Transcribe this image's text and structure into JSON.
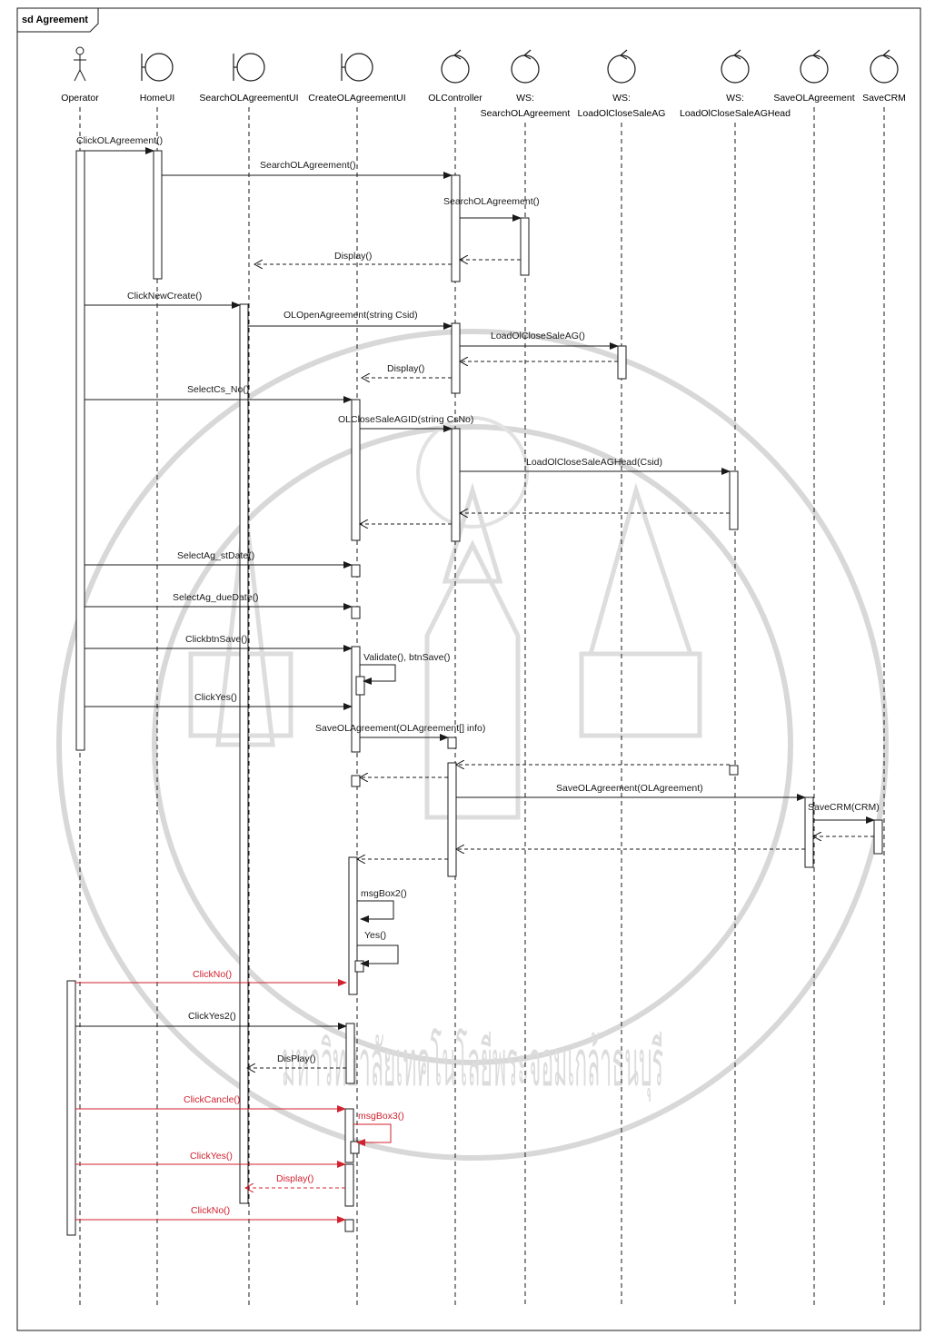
{
  "frame": {
    "title": "sd Agreement"
  },
  "watermark_text": "มหาวิทยาลัยเทคโนโลยีพระจอมเกล้าธนบุรี",
  "colors": {
    "line": "#1a1a1a",
    "alt": "#d0222e",
    "watermark": "#d8d8d8"
  },
  "participants": [
    {
      "id": "operator",
      "type": "actor",
      "lines": [
        "Operator"
      ]
    },
    {
      "id": "homeui",
      "type": "boundary",
      "lines": [
        "HomeUI"
      ]
    },
    {
      "id": "searchui",
      "type": "boundary",
      "lines": [
        "SearchOLAgreementUI"
      ]
    },
    {
      "id": "createui",
      "type": "boundary",
      "lines": [
        "CreateOLAgreementUI"
      ]
    },
    {
      "id": "controller",
      "type": "control",
      "lines": [
        "OLController"
      ]
    },
    {
      "id": "ws_search",
      "type": "control",
      "lines": [
        "WS:",
        "SearchOLAgreement"
      ]
    },
    {
      "id": "ws_load",
      "type": "control",
      "lines": [
        "WS:",
        "LoadOlCloseSaleAG"
      ]
    },
    {
      "id": "ws_loadhead",
      "type": "control",
      "lines": [
        "WS:",
        "LoadOlCloseSaleAGHead"
      ]
    },
    {
      "id": "saveag",
      "type": "control",
      "lines": [
        "SaveOLAgreement"
      ]
    },
    {
      "id": "savecrm",
      "type": "control",
      "lines": [
        "SaveCRM"
      ]
    }
  ],
  "messages": [
    {
      "label": "ClickOLAgreement()",
      "from": "operator",
      "to": "homeui",
      "kind": "sync",
      "color": "black"
    },
    {
      "label": "SearchOLAgreement()",
      "from": "homeui",
      "to": "controller",
      "kind": "sync",
      "color": "black"
    },
    {
      "label": "SearchOLAgreement()",
      "from": "controller",
      "to": "ws_search",
      "kind": "sync",
      "color": "black"
    },
    {
      "label": "",
      "from": "ws_search",
      "to": "controller",
      "kind": "return",
      "color": "black"
    },
    {
      "label": "Display()",
      "from": "controller",
      "to": "searchui",
      "kind": "return",
      "color": "black"
    },
    {
      "label": "ClickNewCreate()",
      "from": "operator",
      "to": "searchui",
      "kind": "sync",
      "color": "black"
    },
    {
      "label": "OLOpenAgreement(string Csid)",
      "from": "searchui",
      "to": "controller",
      "kind": "sync",
      "color": "black"
    },
    {
      "label": "LoadOlCloseSaleAG()",
      "from": "controller",
      "to": "ws_load",
      "kind": "sync",
      "color": "black"
    },
    {
      "label": "",
      "from": "ws_load",
      "to": "controller",
      "kind": "return",
      "color": "black"
    },
    {
      "label": "Display()",
      "from": "controller",
      "to": "createui",
      "kind": "return",
      "color": "black"
    },
    {
      "label": "SelectCs_No()",
      "from": "operator",
      "to": "createui",
      "kind": "sync",
      "color": "black"
    },
    {
      "label": "OLCloseSaleAGID(string CsNo)",
      "from": "createui",
      "to": "controller",
      "kind": "sync",
      "color": "black"
    },
    {
      "label": "LoadOlCloseSaleAGHead(Csid)",
      "from": "controller",
      "to": "ws_loadhead",
      "kind": "sync",
      "color": "black"
    },
    {
      "label": "",
      "from": "ws_loadhead",
      "to": "controller",
      "kind": "return",
      "color": "black"
    },
    {
      "label": "",
      "from": "controller",
      "to": "createui",
      "kind": "return",
      "color": "black"
    },
    {
      "label": "SelectAg_stDate()",
      "from": "operator",
      "to": "createui",
      "kind": "sync",
      "color": "black"
    },
    {
      "label": "SelectAg_dueDate()",
      "from": "operator",
      "to": "createui",
      "kind": "sync",
      "color": "black"
    },
    {
      "label": "ClickbtnSave()",
      "from": "operator",
      "to": "createui",
      "kind": "sync",
      "color": "black"
    },
    {
      "label": "Validate(), btnSave()",
      "from": "createui",
      "to": "createui",
      "kind": "self",
      "color": "black"
    },
    {
      "label": "ClickYes()",
      "from": "operator",
      "to": "createui",
      "kind": "sync",
      "color": "black"
    },
    {
      "label": "SaveOLAgreement(OLAgreement[] info)",
      "from": "createui",
      "to": "controller",
      "kind": "sync",
      "color": "black"
    },
    {
      "label": "",
      "from": "ws_loadhead",
      "to": "controller",
      "kind": "return",
      "color": "black"
    },
    {
      "label": "",
      "from": "controller",
      "to": "createui",
      "kind": "return",
      "color": "black"
    },
    {
      "label": "SaveOLAgreement(OLAgreement)",
      "from": "controller",
      "to": "saveag",
      "kind": "sync",
      "color": "black"
    },
    {
      "label": "SaveCRM(CRM)",
      "from": "saveag",
      "to": "savecrm",
      "kind": "sync",
      "color": "black"
    },
    {
      "label": "",
      "from": "savecrm",
      "to": "saveag",
      "kind": "return",
      "color": "black"
    },
    {
      "label": "",
      "from": "saveag",
      "to": "controller",
      "kind": "return",
      "color": "black"
    },
    {
      "label": "",
      "from": "controller",
      "to": "createui",
      "kind": "return",
      "color": "black"
    },
    {
      "label": "msgBox2()",
      "from": "createui",
      "to": "createui",
      "kind": "self",
      "color": "black"
    },
    {
      "label": "Yes()",
      "from": "createui",
      "to": "createui",
      "kind": "self",
      "color": "black"
    },
    {
      "label": "ClickNo()",
      "from": "operator",
      "to": "createui",
      "kind": "sync",
      "color": "red"
    },
    {
      "label": "ClickYes2()",
      "from": "operator",
      "to": "createui",
      "kind": "sync",
      "color": "black"
    },
    {
      "label": "DisPlay()",
      "from": "createui",
      "to": "searchui",
      "kind": "return",
      "color": "black"
    },
    {
      "label": "ClickCancle()",
      "from": "operator",
      "to": "createui",
      "kind": "sync",
      "color": "red"
    },
    {
      "label": "msgBox3()",
      "from": "createui",
      "to": "createui",
      "kind": "self",
      "color": "red"
    },
    {
      "label": "ClickYes()",
      "from": "operator",
      "to": "createui",
      "kind": "sync",
      "color": "red"
    },
    {
      "label": "Display()",
      "from": "createui",
      "to": "searchui",
      "kind": "return",
      "color": "red"
    },
    {
      "label": "ClickNo()",
      "from": "operator",
      "to": "createui",
      "kind": "sync",
      "color": "red"
    }
  ]
}
